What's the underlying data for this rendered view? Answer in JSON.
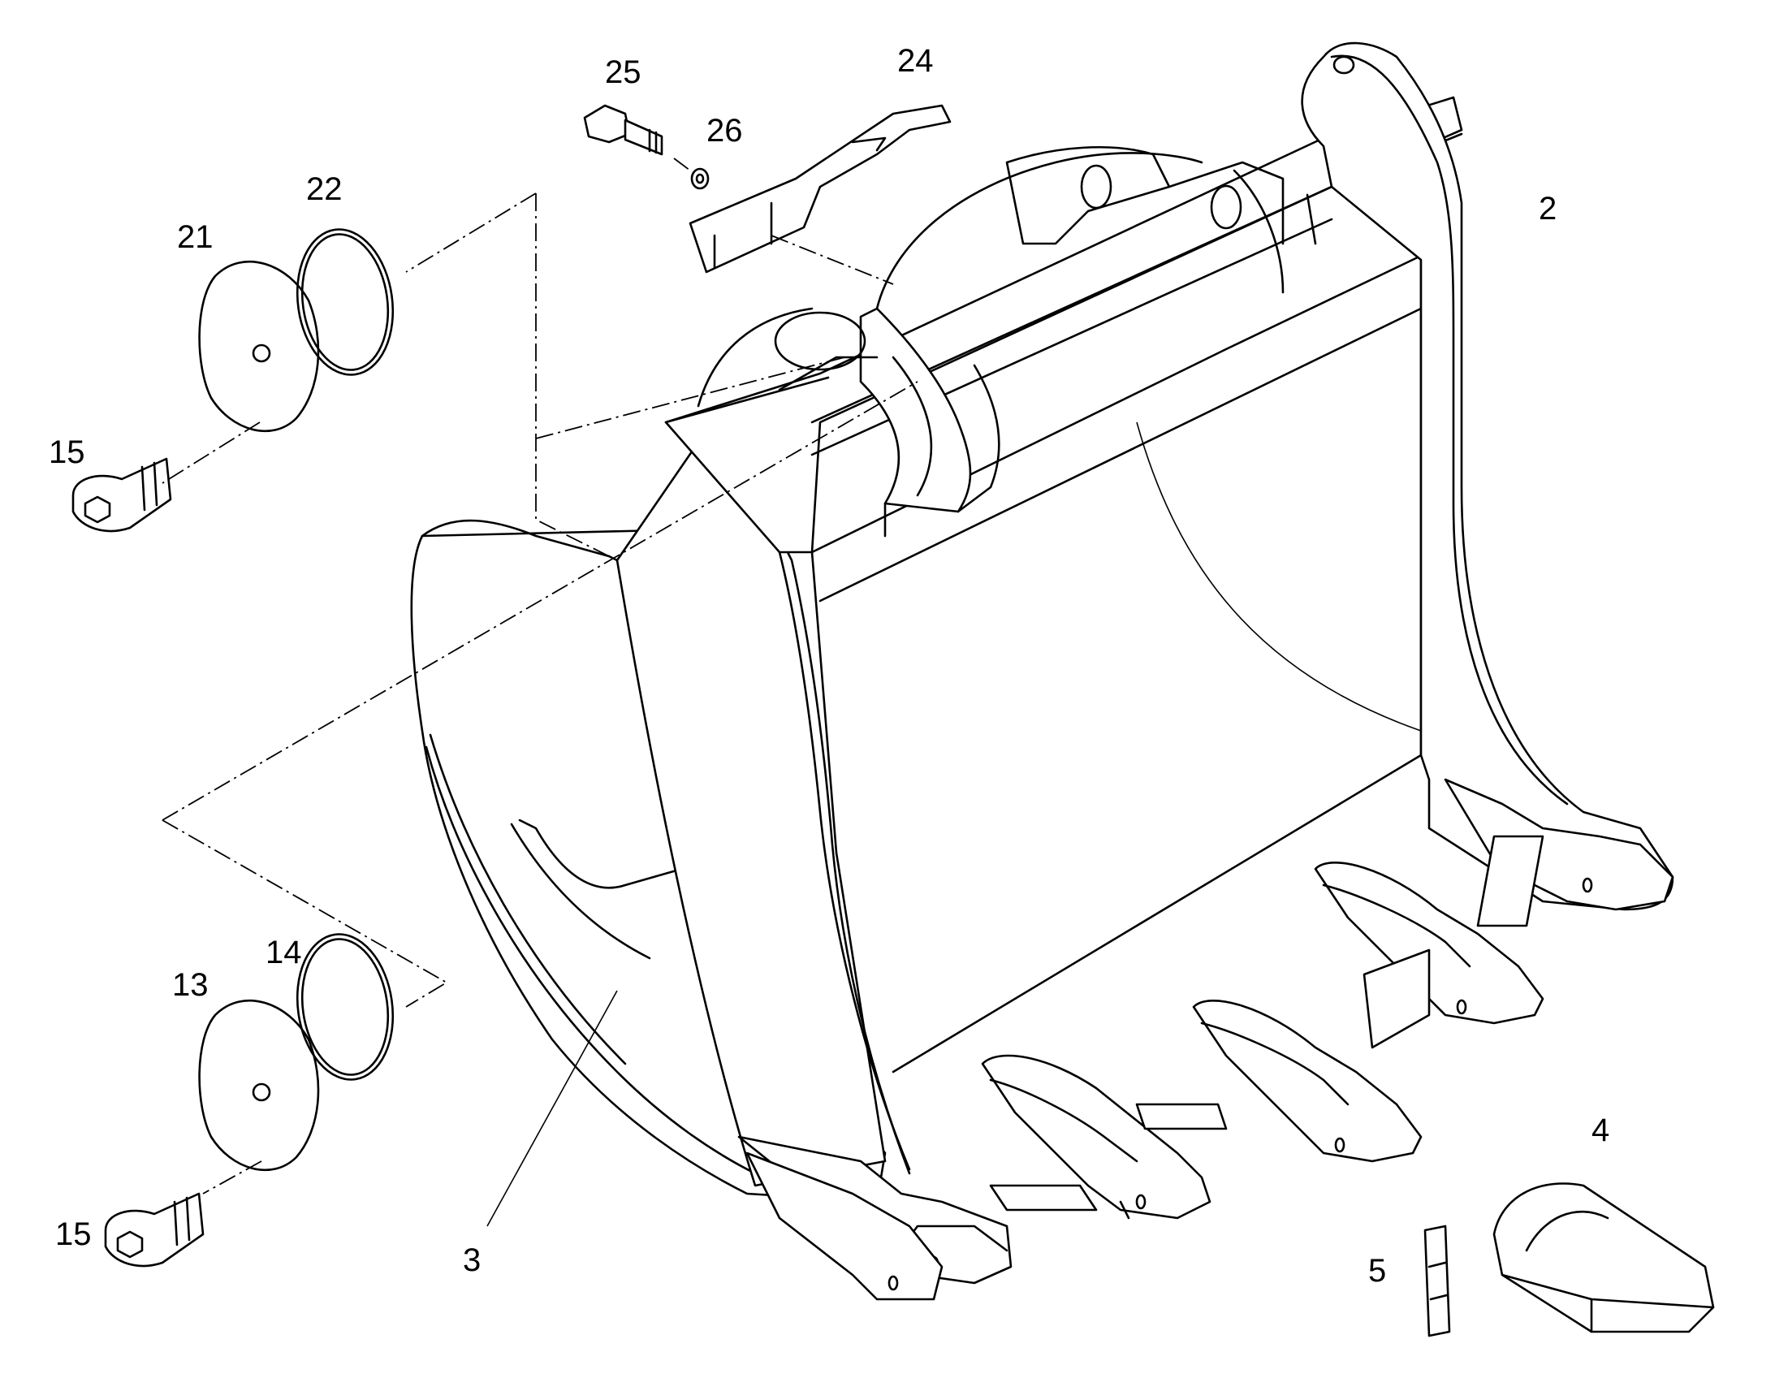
{
  "callouts": {
    "c2": "2",
    "c3": "3",
    "c4": "4",
    "c5": "5",
    "c13": "13",
    "c14": "14",
    "c15a": "15",
    "c15b": "15",
    "c21": "21",
    "c22": "22",
    "c24": "24",
    "c25": "25",
    "c26": "26"
  },
  "colors": {
    "ink": "#000000",
    "paper": "#ffffff"
  }
}
